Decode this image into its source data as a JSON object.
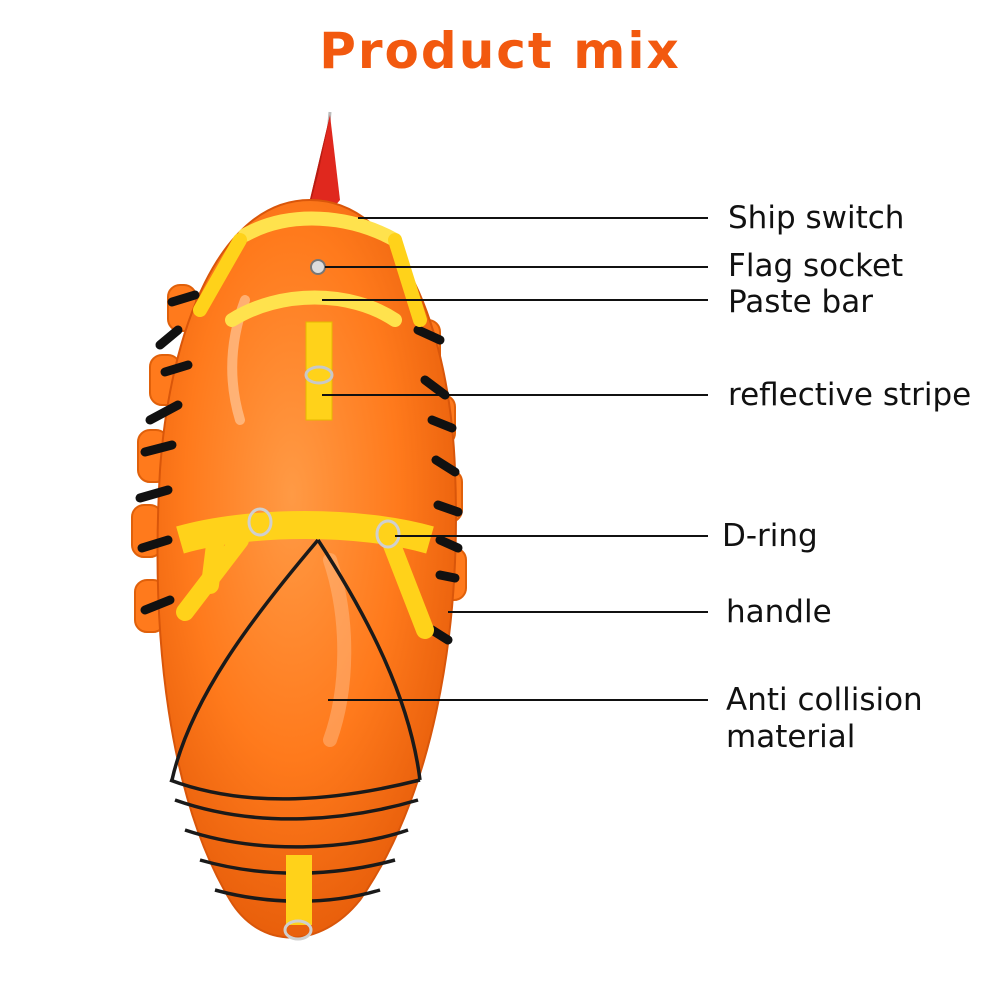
{
  "title": "Product mix",
  "colors": {
    "title": "#f2590f",
    "body": "#ff7a1c",
    "body_dark": "#e8620c",
    "strap_yellow": "#ffd21a",
    "webbing": "#111111",
    "flag": "#e0281e",
    "leader_line": "#111111"
  },
  "callouts": [
    {
      "id": "ship-switch",
      "label": "Ship switch"
    },
    {
      "id": "flag-socket",
      "label": "Flag socket"
    },
    {
      "id": "paste-bar",
      "label": "Paste bar"
    },
    {
      "id": "reflective-stripe",
      "label": "reflective stripe"
    },
    {
      "id": "d-ring",
      "label": "D-ring"
    },
    {
      "id": "handle",
      "label": "handle"
    },
    {
      "id": "anti-collision",
      "label_line1": "Anti collision",
      "label_line2": "material"
    }
  ]
}
